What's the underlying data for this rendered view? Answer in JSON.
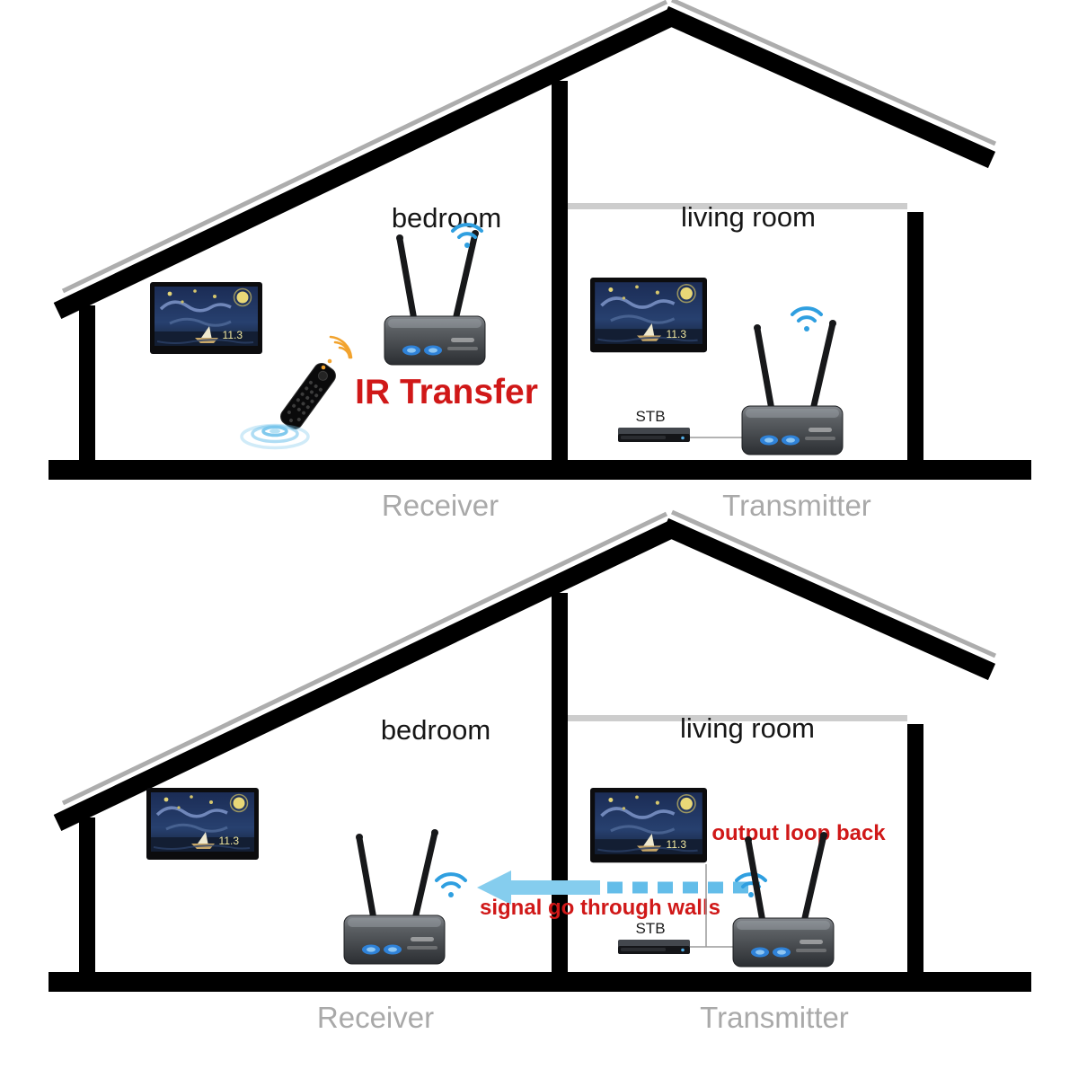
{
  "colors": {
    "red_accent": "#d01818",
    "gray_label": "#a9a9a9",
    "signal_blue": "#2f9fe0",
    "ir_orange": "#f2a32e",
    "arrow_blue": "#85cdee",
    "arrow_dash_blue": "#63bde9"
  },
  "tv": {
    "clock": "11.3"
  },
  "top_panel": {
    "room_left": "bedroom",
    "room_right": "living room",
    "ir_transfer": "IR Transfer",
    "stb": "STB",
    "caption_left": "Receiver",
    "caption_right": "Transmitter"
  },
  "bottom_panel": {
    "room_left": "bedroom",
    "room_right": "living room",
    "output_loop_back": "output loop back",
    "signal_note": "signal go through walls",
    "stb": "STB",
    "caption_left": "Receiver",
    "caption_right": "Transmitter"
  }
}
